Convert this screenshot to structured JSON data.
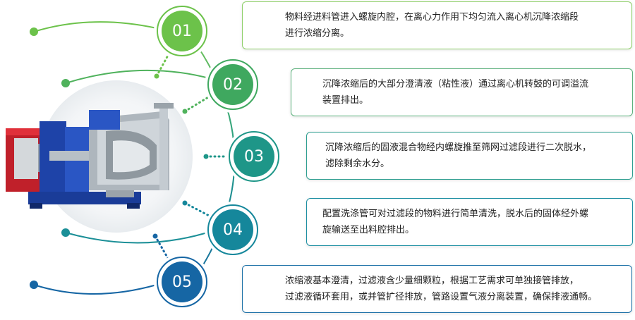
{
  "steps": [
    {
      "number": "01",
      "color": "#6cc24a",
      "text_line1": "物料经进料管进入螺旋内腔，在离心力作用下均匀流入离心机沉降浓缩段",
      "text_line2": "进行浓缩分离。"
    },
    {
      "number": "02",
      "color": "#3fa85f",
      "text_line1": "沉降浓缩后的大部分澄清液（粘性液）通过离心机转鼓的可调溢流",
      "text_line2": "装置排出。"
    },
    {
      "number": "03",
      "color": "#1e9688",
      "text_line1": "沉降浓缩后的固液混合物经内螺旋推至筛网过滤段进行二次脱水，",
      "text_line2": "滤除剩余水分。"
    },
    {
      "number": "04",
      "color": "#15879b",
      "text_line1": "配置洗涤管可对过滤段的物料进行简单清洗，脱水后的固体经外螺",
      "text_line2": "旋输送至出料腔排出。"
    },
    {
      "number": "05",
      "color": "#1666a4",
      "text_line1": "浓缩液基本澄清，过滤液含少量细颗粒，根据工艺需求可单独接管排放，",
      "text_line2": "过滤液循环套用，或并管扩径排放，管路设置气液分离装置，确保排液通畅。"
    }
  ]
}
